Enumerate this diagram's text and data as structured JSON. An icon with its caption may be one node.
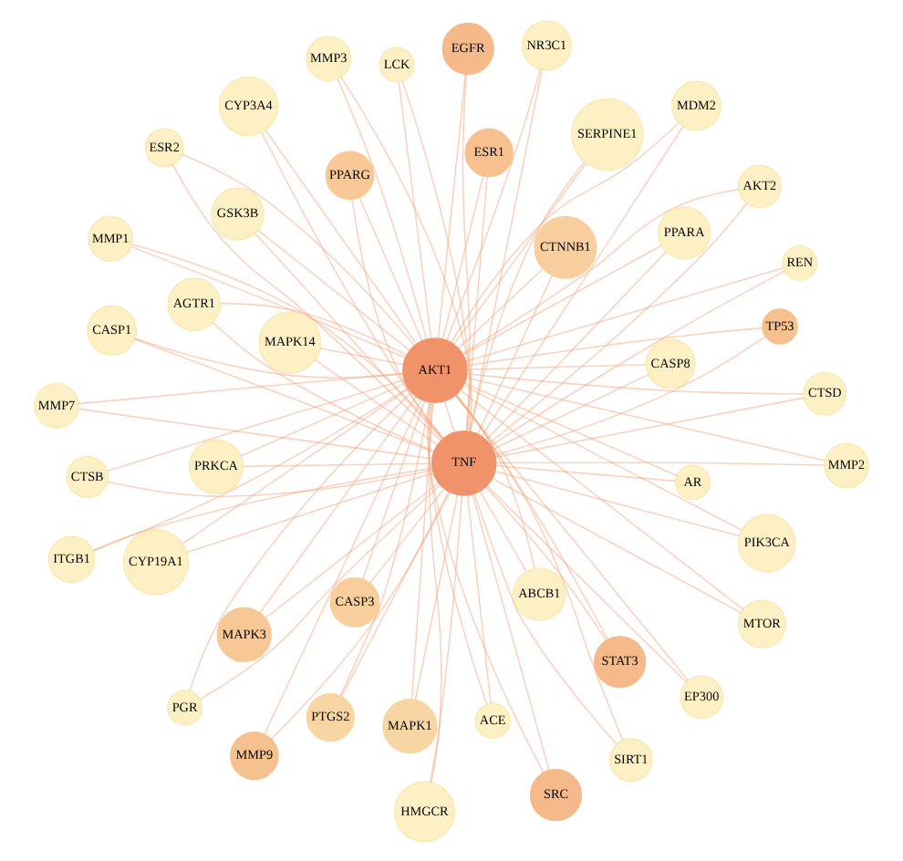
{
  "diagram": {
    "nodes": [
      {
        "text": [
          "ITGB1"
        ]
      },
      {
        "text": [
          "PIK3CA"
        ]
      },
      {
        "text": [
          "HMGCR"
        ]
      },
      {
        "text": [
          "MMP3"
        ]
      },
      {
        "text": [
          "AR"
        ]
      },
      {
        "text": [
          "PRKCA"
        ]
      },
      {
        "text": [
          "PGR"
        ]
      },
      {
        "text": [
          "MTOR"
        ]
      },
      {
        "text": [
          "MAPK1"
        ]
      },
      {
        "text": [
          "SIRT1"
        ]
      },
      {
        "text": [
          "ACE"
        ]
      },
      {
        "text": [
          "MMP7"
        ]
      },
      {
        "text": [
          "MMP2"
        ]
      },
      {
        "text": [
          "TP53"
        ]
      },
      {
        "text": [
          "EGFR"
        ]
      },
      {
        "text": [
          "STAT3"
        ]
      },
      {
        "text": [
          "EP300"
        ]
      },
      {
        "text": [
          "ESR2"
        ]
      },
      {
        "text": [
          "MMP1"
        ]
      },
      {
        "text": [
          "GSK3B"
        ]
      },
      {
        "text": [
          "CASP3"
        ]
      },
      {
        "text": [
          "MAPK3"
        ]
      },
      {
        "text": [
          "SERPINE1"
        ]
      },
      {
        "text": [
          "MDM2"
        ]
      },
      {
        "text": [
          "AKT1"
        ]
      },
      {
        "text": [
          "SRC"
        ]
      },
      {
        "text": [
          "AKT2"
        ]
      },
      {
        "text": [
          "MAPK14"
        ]
      },
      {
        "text": [
          "PTGS2"
        ]
      },
      {
        "text": [
          "TNF"
        ]
      },
      {
        "text": [
          "ESR1"
        ]
      },
      {
        "text": [
          "CASP8"
        ]
      },
      {
        "text": [
          "MMP9"
        ]
      },
      {
        "text": [
          "PPARG"
        ]
      },
      {
        "text": [
          "PPARA"
        ]
      },
      {
        "text": [
          "ABCB1"
        ]
      },
      {
        "text": [
          "CTNNB1"
        ]
      },
      {
        "text": [
          "NR3C1"
        ]
      },
      {
        "text": [
          "CASP1"
        ]
      },
      {
        "text": [
          "CTSB"
        ]
      },
      {
        "text": [
          "LCK"
        ]
      },
      {
        "text": [
          "CYP3A4"
        ]
      },
      {
        "text": [
          "AGTR1"
        ]
      },
      {
        "text": [
          "REN"
        ]
      },
      {
        "text": [
          "CTSD"
        ]
      },
      {
        "text": [
          "CYP19A1"
        ]
      }
    ],
    "edges": [
      {
        "from": 24,
        "to": 0,
        "arrow": "none"
      },
      {
        "from": 24,
        "to": 1,
        "arrow": "none"
      },
      {
        "from": 24,
        "to": 2,
        "arrow": "none"
      },
      {
        "from": 24,
        "to": 3,
        "arrow": "none"
      },
      {
        "from": 24,
        "to": 4,
        "arrow": "none"
      },
      {
        "from": 24,
        "to": 5,
        "arrow": "none"
      },
      {
        "from": 24,
        "to": 6,
        "arrow": "none"
      },
      {
        "from": 24,
        "to": 7,
        "arrow": "none"
      },
      {
        "from": 24,
        "to": 8,
        "arrow": "none"
      },
      {
        "from": 24,
        "to": 9,
        "arrow": "none"
      },
      {
        "from": 24,
        "to": 10,
        "arrow": "none"
      },
      {
        "from": 24,
        "to": 11,
        "arrow": "none"
      },
      {
        "from": 24,
        "to": 12,
        "arrow": "none"
      },
      {
        "from": 24,
        "to": 13,
        "arrow": "none"
      },
      {
        "from": 24,
        "to": 14,
        "arrow": "none"
      },
      {
        "from": 24,
        "to": 15,
        "arrow": "none"
      },
      {
        "from": 24,
        "to": 16,
        "arrow": "none"
      },
      {
        "from": 24,
        "to": 17,
        "arrow": "none"
      },
      {
        "from": 24,
        "to": 18,
        "arrow": "none"
      },
      {
        "from": 24,
        "to": 19,
        "arrow": "none"
      },
      {
        "from": 24,
        "to": 20,
        "arrow": "none"
      },
      {
        "from": 24,
        "to": 21,
        "arrow": "none"
      },
      {
        "from": 24,
        "to": 22,
        "arrow": "none"
      },
      {
        "from": 24,
        "to": 23,
        "arrow": "none"
      },
      {
        "from": 24,
        "to": 25,
        "arrow": "none"
      },
      {
        "from": 24,
        "to": 26,
        "arrow": "none"
      },
      {
        "from": 24,
        "to": 27,
        "arrow": "none"
      },
      {
        "from": 24,
        "to": 28,
        "arrow": "none"
      },
      {
        "from": 24,
        "to": 29,
        "arrow": "none"
      },
      {
        "from": 24,
        "to": 30,
        "arrow": "none"
      },
      {
        "from": 24,
        "to": 31,
        "arrow": "none"
      },
      {
        "from": 24,
        "to": 32,
        "arrow": "none"
      },
      {
        "from": 24,
        "to": 33,
        "arrow": "none"
      },
      {
        "from": 24,
        "to": 34,
        "arrow": "none"
      },
      {
        "from": 24,
        "to": 35,
        "arrow": "none"
      },
      {
        "from": 24,
        "to": 36,
        "arrow": "none"
      },
      {
        "from": 24,
        "to": 37,
        "arrow": "none"
      },
      {
        "from": 24,
        "to": 38,
        "arrow": "none"
      },
      {
        "from": 24,
        "to": 39,
        "arrow": "none"
      },
      {
        "from": 24,
        "to": 40,
        "arrow": "none"
      },
      {
        "from": 24,
        "to": 41,
        "arrow": "none"
      },
      {
        "from": 24,
        "to": 42,
        "arrow": "none"
      },
      {
        "from": 24,
        "to": 43,
        "arrow": "none"
      },
      {
        "from": 24,
        "to": 44,
        "arrow": "none"
      },
      {
        "from": 24,
        "to": 45,
        "arrow": "none"
      },
      {
        "from": 29,
        "to": 0,
        "arrow": "none"
      },
      {
        "from": 29,
        "to": 1,
        "arrow": "none"
      },
      {
        "from": 29,
        "to": 2,
        "arrow": "none"
      },
      {
        "from": 29,
        "to": 3,
        "arrow": "none"
      },
      {
        "from": 29,
        "to": 4,
        "arrow": "none"
      },
      {
        "from": 29,
        "to": 5,
        "arrow": "none"
      },
      {
        "from": 29,
        "to": 6,
        "arrow": "none"
      },
      {
        "from": 29,
        "to": 7,
        "arrow": "none"
      },
      {
        "from": 29,
        "to": 8,
        "arrow": "none"
      },
      {
        "from": 29,
        "to": 9,
        "arrow": "none"
      },
      {
        "from": 29,
        "to": 10,
        "arrow": "none"
      },
      {
        "from": 29,
        "to": 11,
        "arrow": "none"
      },
      {
        "from": 29,
        "to": 12,
        "arrow": "none"
      },
      {
        "from": 29,
        "to": 13,
        "arrow": "none"
      },
      {
        "from": 29,
        "to": 14,
        "arrow": "none"
      },
      {
        "from": 29,
        "to": 15,
        "arrow": "none"
      },
      {
        "from": 29,
        "to": 16,
        "arrow": "none"
      },
      {
        "from": 29,
        "to": 17,
        "arrow": "none"
      },
      {
        "from": 29,
        "to": 18,
        "arrow": "none"
      },
      {
        "from": 29,
        "to": 19,
        "arrow": "none"
      },
      {
        "from": 29,
        "to": 20,
        "arrow": "none"
      },
      {
        "from": 29,
        "to": 21,
        "arrow": "none"
      },
      {
        "from": 29,
        "to": 22,
        "arrow": "none"
      },
      {
        "from": 29,
        "to": 23,
        "arrow": "none"
      },
      {
        "from": 29,
        "to": 25,
        "arrow": "none"
      },
      {
        "from": 29,
        "to": 26,
        "arrow": "none"
      },
      {
        "from": 29,
        "to": 27,
        "arrow": "none"
      },
      {
        "from": 29,
        "to": 28,
        "arrow": "none"
      },
      {
        "from": 29,
        "to": 30,
        "arrow": "none"
      },
      {
        "from": 29,
        "to": 31,
        "arrow": "none"
      },
      {
        "from": 29,
        "to": 32,
        "arrow": "none"
      },
      {
        "from": 29,
        "to": 33,
        "arrow": "none"
      },
      {
        "from": 29,
        "to": 34,
        "arrow": "none"
      },
      {
        "from": 29,
        "to": 35,
        "arrow": "none"
      },
      {
        "from": 29,
        "to": 36,
        "arrow": "none"
      },
      {
        "from": 29,
        "to": 37,
        "arrow": "none"
      },
      {
        "from": 29,
        "to": 38,
        "arrow": "none"
      },
      {
        "from": 29,
        "to": 39,
        "arrow": "none"
      },
      {
        "from": 29,
        "to": 40,
        "arrow": "none"
      },
      {
        "from": 29,
        "to": 41,
        "arrow": "none"
      },
      {
        "from": 29,
        "to": 42,
        "arrow": "none"
      },
      {
        "from": 29,
        "to": 43,
        "arrow": "none"
      },
      {
        "from": 29,
        "to": 44,
        "arrow": "none"
      },
      {
        "from": 29,
        "to": 45,
        "arrow": "none"
      }
    ]
  }
}
